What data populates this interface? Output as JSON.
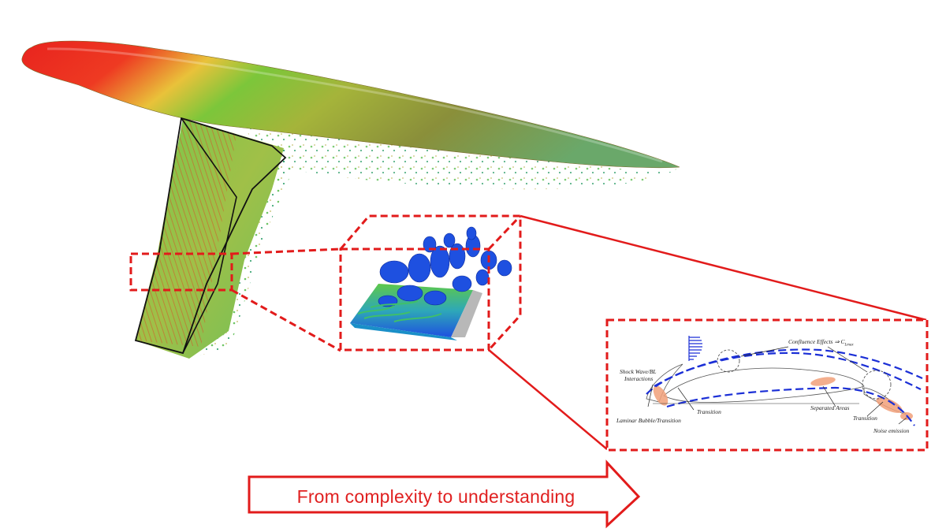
{
  "arrow": {
    "label": "From complexity to understanding",
    "color": "#e02020"
  },
  "airfoil_annotations": {
    "shock_wave": "Shock Wave/BL",
    "interactions": "Interactions",
    "confluence": "Confluence Effects ⇒ C",
    "confluence_sub": "Lmax",
    "transition_main": "Transition",
    "separated": "Separated Areas",
    "transition_flap": "Transition",
    "laminar": "Laminar Bubble/Transition",
    "noise": "Noise emission"
  },
  "colors": {
    "highlight_box": "#e21b1b",
    "streamline": "#1b2fd6",
    "fuselage_nose": "#e8231e",
    "vortex_blue": "#1e50e0"
  }
}
